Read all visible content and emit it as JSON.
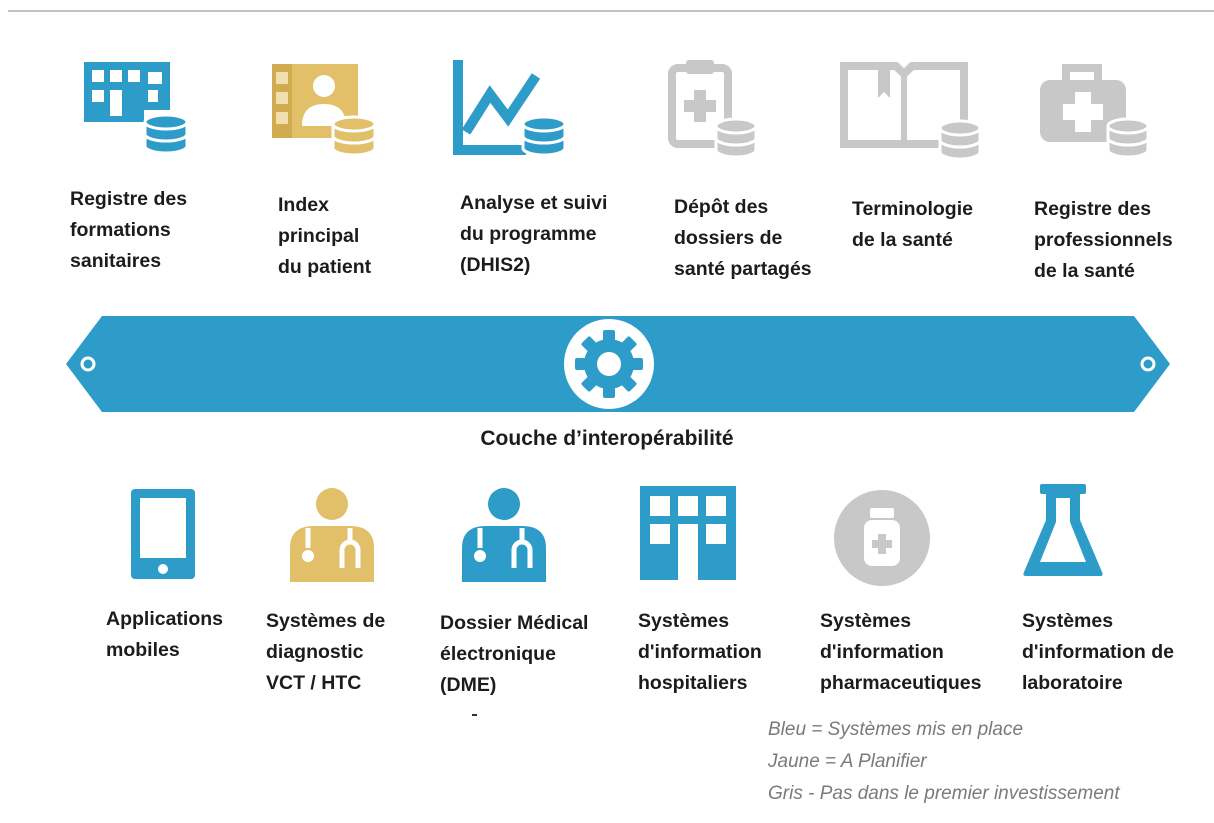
{
  "colors": {
    "blue": "#2d9cc8",
    "yellow": "#e2bf69",
    "gray": "#c8c8c8",
    "database_blue": "#2d9cc8",
    "database_yellow": "#e2bf69",
    "database_gray": "#c8c8c8"
  },
  "top_row": [
    {
      "label": "Registre des\nformations\nsanitaires",
      "icon": "hospital-building-database-icon",
      "status": "blue"
    },
    {
      "label": "Index\nprincipal\ndu patient",
      "icon": "patient-index-database-icon",
      "status": "yellow"
    },
    {
      "label": "Analyse et suivi\ndu programme\n(DHIS2)",
      "icon": "line-chart-database-icon",
      "status": "blue"
    },
    {
      "label": "Dépôt des\ndossiers de\nsanté partagés",
      "icon": "clipboard-medical-database-icon",
      "status": "gray"
    },
    {
      "label": "Terminologie\nde la santé",
      "icon": "book-database-icon",
      "status": "gray"
    },
    {
      "label": "Registre des\nprofessionnels\nde la santé",
      "icon": "medical-kit-database-icon",
      "status": "gray"
    }
  ],
  "interop": {
    "caption": "Couche d’interopérabilité",
    "icon": "gear-icon"
  },
  "bottom_row": [
    {
      "label": "Applications\nmobiles",
      "icon": "tablet-icon",
      "status": "blue"
    },
    {
      "label": "Systèmes de\ndiagnostic\nVCT / HTC",
      "icon": "doctor-icon",
      "status": "yellow"
    },
    {
      "label": "Dossier Médical\nélectronique\n(DME)",
      "icon": "doctor-icon",
      "status": "blue"
    },
    {
      "label": "Systèmes\nd'information\nhospitaliers",
      "icon": "hospital-building-icon",
      "status": "blue"
    },
    {
      "label": "Systèmes\nd'information\npharmaceutiques",
      "icon": "medicine-bottle-icon",
      "status": "gray"
    },
    {
      "label": "Systèmes\nd'information de\nlaboratoire",
      "icon": "lab-flask-icon",
      "status": "blue"
    }
  ],
  "legend": [
    "Bleu = Systèmes mis en place",
    "Jaune = A Planifier",
    "Gris - Pas dans le premier investissement"
  ]
}
